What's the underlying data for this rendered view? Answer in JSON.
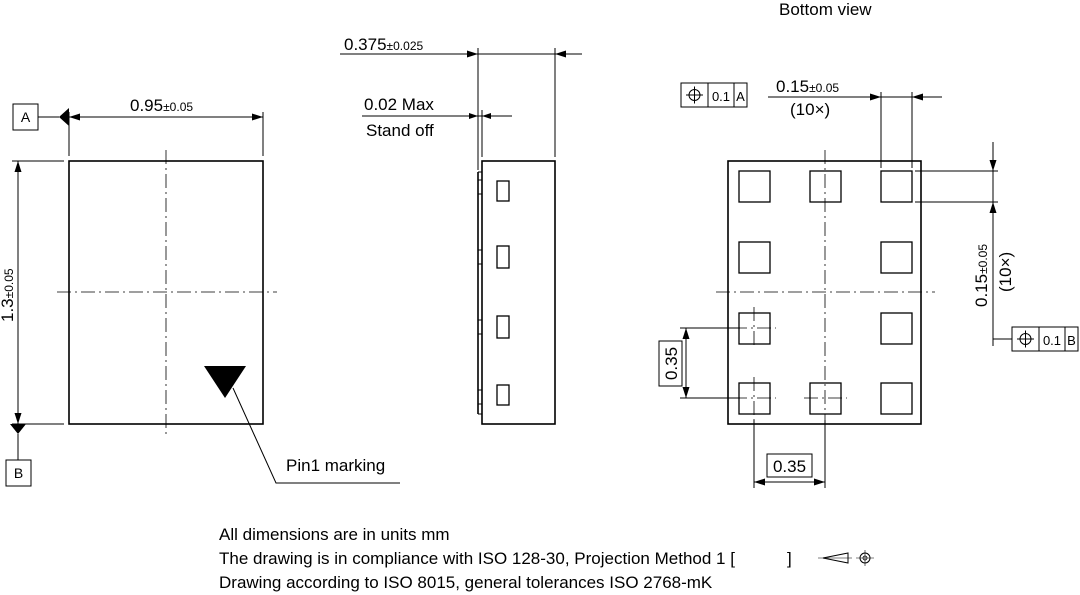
{
  "views": {
    "bottom_title": "Bottom view"
  },
  "dims": {
    "width_value": "0.95",
    "width_tol": "±0.05",
    "height_value": "1.3",
    "height_tol": "±0.05",
    "thickness_value": "0.375",
    "thickness_tol": "±0.025",
    "standoff_line1": "0.02 Max",
    "standoff_line2": "Stand off",
    "pad_w_value": "0.15",
    "pad_w_tol": "±0.05",
    "pad_w_count": "(10×)",
    "pad_h_value": "0.15",
    "pad_h_tol": "±0.05",
    "pad_h_count": "(10×)",
    "pitch_vertical": "0.35",
    "pitch_horizontal": "0.35"
  },
  "datums": {
    "a": "A",
    "b": "B"
  },
  "tolerance_frames": {
    "top": {
      "symbol": "position-icon",
      "value": "0.1",
      "datum": "A"
    },
    "right": {
      "symbol": "position-icon",
      "value": "0.1",
      "datum": "B"
    }
  },
  "labels": {
    "pin1": "Pin1 marking"
  },
  "notes": [
    "All dimensions are in units mm",
    "The drawing is in compliance with ISO 128-30, Projection Method 1 [",
    "]",
    "Drawing according to ISO 8015, general tolerances ISO 2768-mK"
  ]
}
